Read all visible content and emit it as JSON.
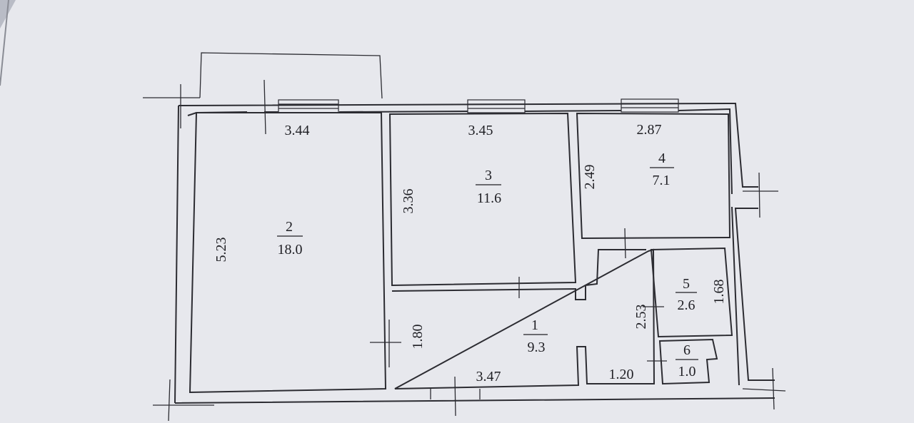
{
  "plan": {
    "background_color": "#e7e8ed",
    "line_color": "#2c2c32",
    "rooms": [
      {
        "id": "room-1",
        "number": "1",
        "area": "9.3"
      },
      {
        "id": "room-2",
        "number": "2",
        "area": "18.0"
      },
      {
        "id": "room-3",
        "number": "3",
        "area": "11.6"
      },
      {
        "id": "room-4",
        "number": "4",
        "area": "7.1"
      },
      {
        "id": "room-5",
        "number": "5",
        "area": "2.6"
      },
      {
        "id": "room-6",
        "number": "6",
        "area": "1.0"
      }
    ],
    "dimensions": {
      "room2_width": "3.44",
      "room2_height": "5.23",
      "room3_width": "3.45",
      "room3_height": "3.36",
      "room4_width": "2.87",
      "room4_height": "2.49",
      "room1_width": "3.47",
      "room1_height": "1.80",
      "corridor_height": "2.53",
      "corridor_width": "1.20",
      "room5_height": "1.68"
    }
  }
}
